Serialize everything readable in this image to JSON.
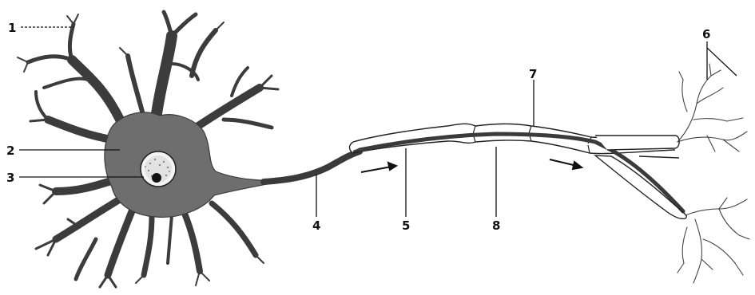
{
  "figure": {
    "labels": [
      {
        "id": "1",
        "text": "1"
      },
      {
        "id": "2",
        "text": "2"
      },
      {
        "id": "3",
        "text": "3"
      },
      {
        "id": "4",
        "text": "4"
      },
      {
        "id": "5",
        "text": "5"
      },
      {
        "id": "6",
        "text": "6"
      },
      {
        "id": "7",
        "text": "7"
      },
      {
        "id": "8",
        "text": "8"
      }
    ]
  },
  "colors": {
    "ink": "#111111",
    "soma": "#6e6e6e",
    "soma_dark": "#4a4a4a",
    "myelin_fill": "#ffffff",
    "axon": "#3a3a3a",
    "background": "#ffffff"
  }
}
